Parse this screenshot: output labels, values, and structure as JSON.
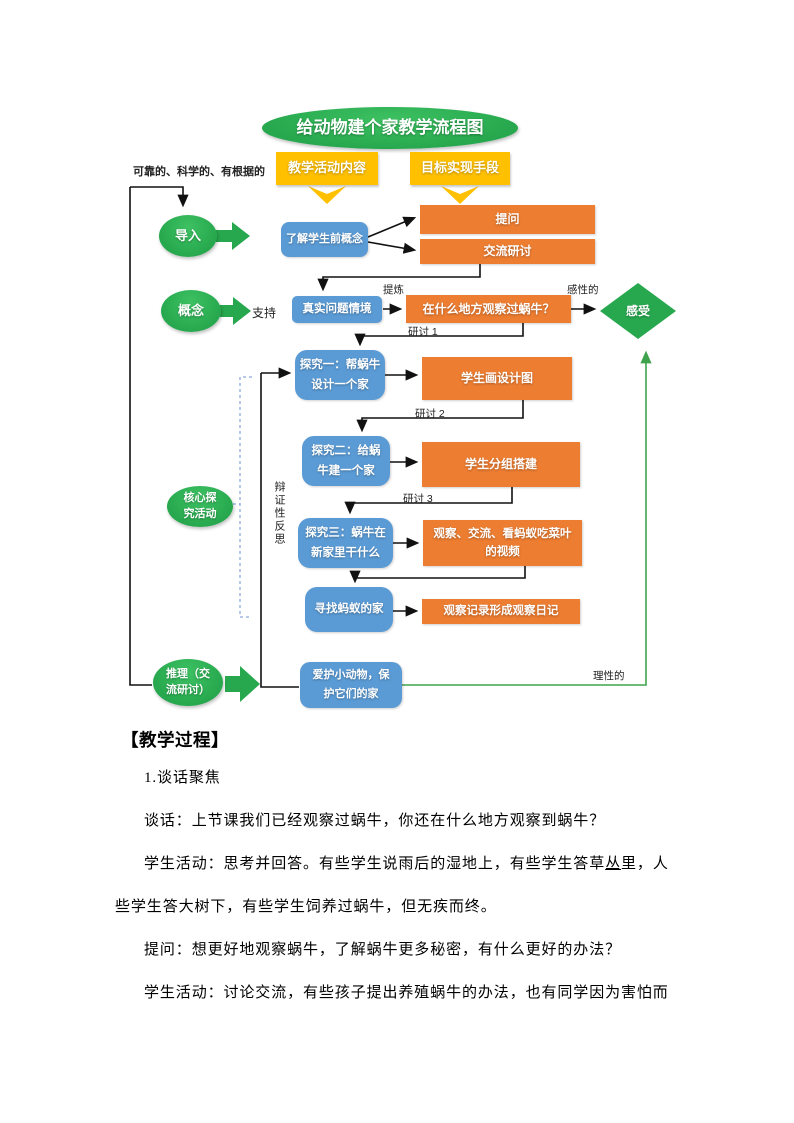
{
  "flowchart": {
    "title": "给动物建个家教学流程图",
    "headers": {
      "content": "教学活动内容",
      "method": "目标实现手段"
    },
    "stages": {
      "daoru": "导入",
      "gainian": "概念",
      "hexin": "核心探究活动",
      "tuili": "推理（交流研讨）"
    },
    "activities": {
      "qiangainian": "了解学生前概念",
      "qingjing": "真实问题情境",
      "tanjiu1": "探究一：帮蜗牛设计一个家",
      "tanjiu2": "探究二：给蜗牛建一个家",
      "tanjiu3": "探究三：蜗牛在新家里干什么",
      "xunzhao": "寻找蚂蚁的家",
      "aihu": "爱护小动物，保护它们的家"
    },
    "methods": {
      "tiwen": "提问",
      "jiaoliu": "交流研讨",
      "guancha_q": "在什么地方观察过蜗牛？",
      "sheji": "学生画设计图",
      "dajian": "学生分组搭建",
      "shipin": "观察、交流、看蚂蚁吃菜叶的视频",
      "riji": "观察记录形成观察日记"
    },
    "diamond": "感受",
    "labels": {
      "reliable": "可靠的、科学的、有根据的",
      "zhichi": "支持",
      "tilian": "提炼",
      "ganxing": "感性的",
      "lixing": "理性的",
      "yantao1": "研讨 1",
      "yantao2": "研讨 2",
      "yantao3": "研讨 3",
      "bianzheng": "辩证性反思"
    },
    "colors": {
      "green": "#27a84e",
      "green-light": "#3dc162",
      "yellow": "#ffc000",
      "orange": "#ed7d31",
      "blue": "#5b9bd5",
      "line-green": "#3fa34d",
      "dash-blue": "#8faadc"
    }
  },
  "document": {
    "heading": "【教学过程】",
    "lines": [
      {
        "indent": true,
        "parts": [
          {
            "t": "1.谈话聚焦"
          }
        ]
      },
      {
        "indent": true,
        "parts": [
          {
            "t": "谈话：上节课我们已经观察过蜗牛，你还在什么地方观察到蜗牛？"
          }
        ]
      },
      {
        "indent": true,
        "parts": [
          {
            "t": "学生活动：思考并回答。有些学生说雨后的湿地上，有些学生答草"
          },
          {
            "t": "丛",
            "u": true
          },
          {
            "t": "里，人"
          }
        ]
      },
      {
        "indent": false,
        "parts": [
          {
            "t": "些学生答大树下，有些学生饲养过蜗牛，但无疾而终。"
          }
        ]
      },
      {
        "indent": true,
        "parts": [
          {
            "t": "提问：想更好地观察蜗牛，了解蜗牛更多秘密，有什么更好的办法？"
          }
        ]
      },
      {
        "indent": true,
        "parts": [
          {
            "t": "学生活动：讨论交流，有些孩子提出养殖蜗牛的办法，也有同学因为害怕而"
          }
        ]
      }
    ]
  }
}
